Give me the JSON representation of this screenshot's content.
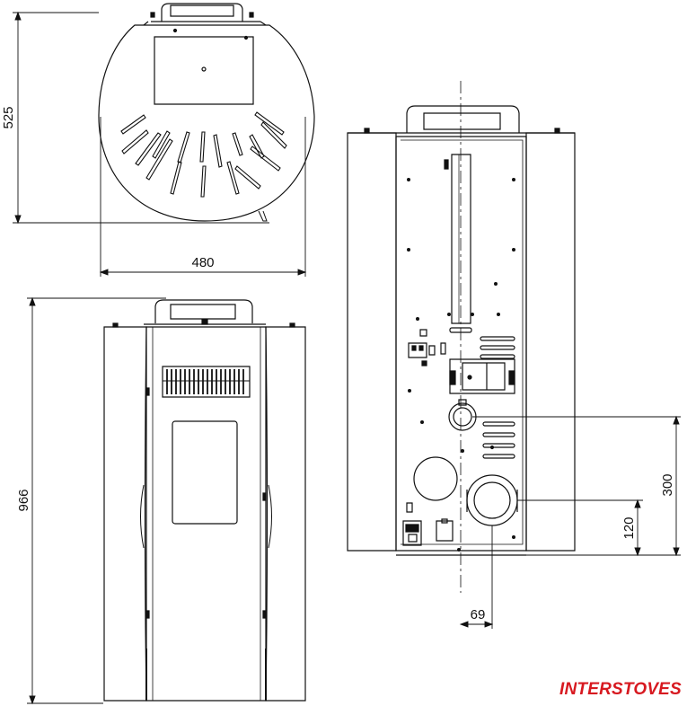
{
  "brand": {
    "name": "INTERSTOVES",
    "color": "#d71920"
  },
  "dimensions": {
    "top_view_depth": "525",
    "top_view_width": "480",
    "front_height": "966",
    "rear_outlet_height": "300",
    "rear_inlet_height": "120",
    "rear_outlet_offset": "69"
  },
  "views": [
    "top-view",
    "front-view",
    "rear-view"
  ],
  "colors": {
    "line": "#111111",
    "background": "#ffffff"
  }
}
